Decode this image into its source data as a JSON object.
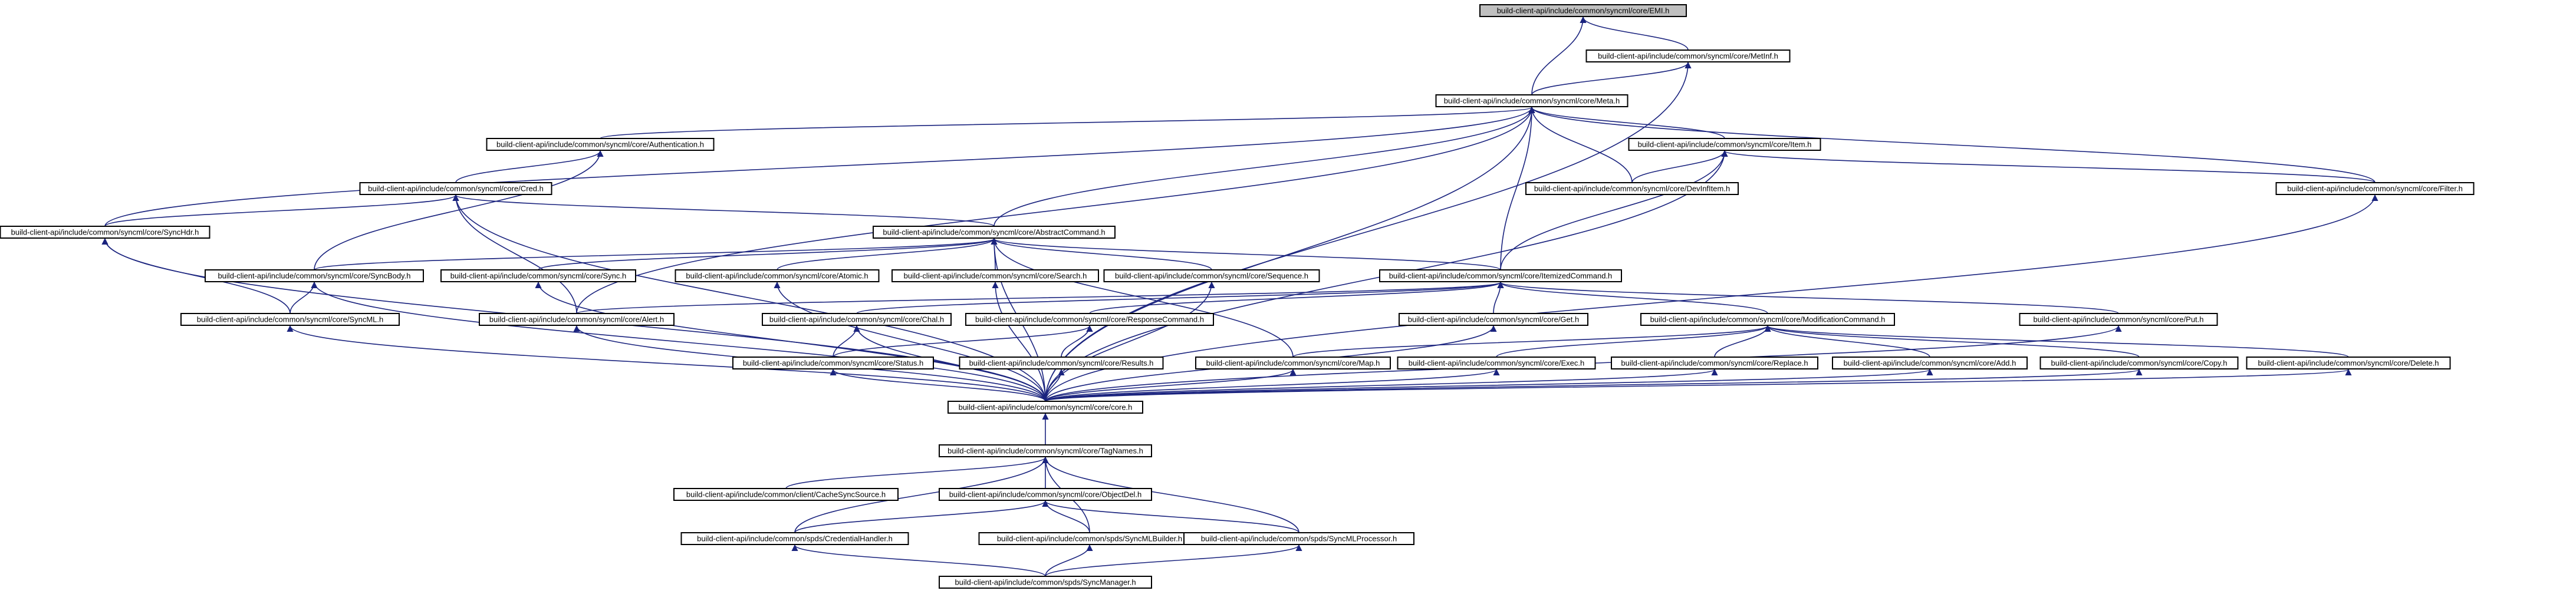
{
  "diagram": {
    "root": "EMI",
    "colors": {
      "edge": "#1a237e",
      "root_fill": "#bfbfbf",
      "node_fill": "#ffffff",
      "border": "#000000"
    },
    "nodes": [
      {
        "id": "EMI",
        "label": "build-client-api/include/common/syncml/core/EMI.h"
      },
      {
        "id": "MetInf",
        "label": "build-client-api/include/common/syncml/core/MetInf.h"
      },
      {
        "id": "Meta",
        "label": "build-client-api/include/common/syncml/core/Meta.h"
      },
      {
        "id": "Authentication",
        "label": "build-client-api/include/common/syncml/core/Authentication.h"
      },
      {
        "id": "Item",
        "label": "build-client-api/include/common/syncml/core/Item.h"
      },
      {
        "id": "Cred",
        "label": "build-client-api/include/common/syncml/core/Cred.h"
      },
      {
        "id": "DevInfItem",
        "label": "build-client-api/include/common/syncml/core/DevInfItem.h"
      },
      {
        "id": "Filter",
        "label": "build-client-api/include/common/syncml/core/Filter.h"
      },
      {
        "id": "SyncHdr",
        "label": "build-client-api/include/common/syncml/core/SyncHdr.h"
      },
      {
        "id": "AbstractCommand",
        "label": "build-client-api/include/common/syncml/core/AbstractCommand.h"
      },
      {
        "id": "SyncBody",
        "label": "build-client-api/include/common/syncml/core/SyncBody.h"
      },
      {
        "id": "Sync",
        "label": "build-client-api/include/common/syncml/core/Sync.h"
      },
      {
        "id": "Atomic",
        "label": "build-client-api/include/common/syncml/core/Atomic.h"
      },
      {
        "id": "Search",
        "label": "build-client-api/include/common/syncml/core/Search.h"
      },
      {
        "id": "Sequence",
        "label": "build-client-api/include/common/syncml/core/Sequence.h"
      },
      {
        "id": "ItemizedCommand",
        "label": "build-client-api/include/common/syncml/core/ItemizedCommand.h"
      },
      {
        "id": "SyncML",
        "label": "build-client-api/include/common/syncml/core/SyncML.h"
      },
      {
        "id": "Alert",
        "label": "build-client-api/include/common/syncml/core/Alert.h"
      },
      {
        "id": "Chal",
        "label": "build-client-api/include/common/syncml/core/Chal.h"
      },
      {
        "id": "ResponseCommand",
        "label": "build-client-api/include/common/syncml/core/ResponseCommand.h"
      },
      {
        "id": "Get",
        "label": "build-client-api/include/common/syncml/core/Get.h"
      },
      {
        "id": "ModificationCommand",
        "label": "build-client-api/include/common/syncml/core/ModificationCommand.h"
      },
      {
        "id": "Put",
        "label": "build-client-api/include/common/syncml/core/Put.h"
      },
      {
        "id": "Status",
        "label": "build-client-api/include/common/syncml/core/Status.h"
      },
      {
        "id": "Results",
        "label": "build-client-api/include/common/syncml/core/Results.h"
      },
      {
        "id": "Map",
        "label": "build-client-api/include/common/syncml/core/Map.h"
      },
      {
        "id": "Exec",
        "label": "build-client-api/include/common/syncml/core/Exec.h"
      },
      {
        "id": "Replace",
        "label": "build-client-api/include/common/syncml/core/Replace.h"
      },
      {
        "id": "Add",
        "label": "build-client-api/include/common/syncml/core/Add.h"
      },
      {
        "id": "Copy",
        "label": "build-client-api/include/common/syncml/core/Copy.h"
      },
      {
        "id": "Delete",
        "label": "build-client-api/include/common/syncml/core/Delete.h"
      },
      {
        "id": "core",
        "label": "build-client-api/include/common/syncml/core/core.h"
      },
      {
        "id": "TagNames",
        "label": "build-client-api/include/common/syncml/core/TagNames.h"
      },
      {
        "id": "CacheSyncSource",
        "label": "build-client-api/include/common/client/CacheSyncSource.h"
      },
      {
        "id": "ObjectDel",
        "label": "build-client-api/include/common/syncml/core/ObjectDel.h"
      },
      {
        "id": "CredentialHandler",
        "label": "build-client-api/include/common/spds/CredentialHandler.h"
      },
      {
        "id": "SyncMLBuilder",
        "label": "build-client-api/include/common/spds/SyncMLBuilder.h"
      },
      {
        "id": "SyncMLProcessor",
        "label": "build-client-api/include/common/spds/SyncMLProcessor.h"
      },
      {
        "id": "SyncManager",
        "label": "build-client-api/include/common/spds/SyncManager.h"
      }
    ],
    "edges": [
      [
        "EMI",
        "MetInf"
      ],
      [
        "EMI",
        "Meta"
      ],
      [
        "MetInf",
        "Meta"
      ],
      [
        "MetInf",
        "core"
      ],
      [
        "Meta",
        "Authentication"
      ],
      [
        "Meta",
        "Item"
      ],
      [
        "Meta",
        "DevInfItem"
      ],
      [
        "Meta",
        "Filter"
      ],
      [
        "Meta",
        "SyncHdr"
      ],
      [
        "Meta",
        "AbstractCommand"
      ],
      [
        "Meta",
        "ItemizedCommand"
      ],
      [
        "Meta",
        "Alert"
      ],
      [
        "Meta",
        "core"
      ],
      [
        "Authentication",
        "Cred"
      ],
      [
        "Authentication",
        "SyncBody"
      ],
      [
        "Item",
        "DevInfItem"
      ],
      [
        "Item",
        "Filter"
      ],
      [
        "Item",
        "ItemizedCommand"
      ],
      [
        "Item",
        "core"
      ],
      [
        "Filter",
        "core"
      ],
      [
        "Cred",
        "SyncHdr"
      ],
      [
        "Cred",
        "AbstractCommand"
      ],
      [
        "Cred",
        "Alert"
      ],
      [
        "Cred",
        "core"
      ],
      [
        "SyncHdr",
        "SyncML"
      ],
      [
        "SyncHdr",
        "core"
      ],
      [
        "AbstractCommand",
        "SyncBody"
      ],
      [
        "AbstractCommand",
        "Sync"
      ],
      [
        "AbstractCommand",
        "Atomic"
      ],
      [
        "AbstractCommand",
        "Search"
      ],
      [
        "AbstractCommand",
        "Sequence"
      ],
      [
        "AbstractCommand",
        "ItemizedCommand"
      ],
      [
        "AbstractCommand",
        "Map"
      ],
      [
        "AbstractCommand",
        "core"
      ],
      [
        "SyncBody",
        "SyncML"
      ],
      [
        "SyncBody",
        "core"
      ],
      [
        "Sync",
        "core"
      ],
      [
        "Atomic",
        "core"
      ],
      [
        "Search",
        "core"
      ],
      [
        "Sequence",
        "core"
      ],
      [
        "ItemizedCommand",
        "Alert"
      ],
      [
        "ItemizedCommand",
        "Chal"
      ],
      [
        "ItemizedCommand",
        "ResponseCommand"
      ],
      [
        "ItemizedCommand",
        "Get"
      ],
      [
        "ItemizedCommand",
        "ModificationCommand"
      ],
      [
        "ItemizedCommand",
        "Put"
      ],
      [
        "SyncML",
        "core"
      ],
      [
        "Alert",
        "core"
      ],
      [
        "Chal",
        "Status"
      ],
      [
        "Chal",
        "core"
      ],
      [
        "ResponseCommand",
        "Status"
      ],
      [
        "ResponseCommand",
        "Results"
      ],
      [
        "Get",
        "core"
      ],
      [
        "Put",
        "core"
      ],
      [
        "ModificationCommand",
        "Map"
      ],
      [
        "ModificationCommand",
        "Exec"
      ],
      [
        "ModificationCommand",
        "Replace"
      ],
      [
        "ModificationCommand",
        "Add"
      ],
      [
        "ModificationCommand",
        "Copy"
      ],
      [
        "ModificationCommand",
        "Delete"
      ],
      [
        "Status",
        "core"
      ],
      [
        "Results",
        "core"
      ],
      [
        "Map",
        "core"
      ],
      [
        "Exec",
        "core"
      ],
      [
        "Replace",
        "core"
      ],
      [
        "Add",
        "core"
      ],
      [
        "Copy",
        "core"
      ],
      [
        "Delete",
        "core"
      ],
      [
        "core",
        "TagNames"
      ],
      [
        "TagNames",
        "CacheSyncSource"
      ],
      [
        "TagNames",
        "ObjectDel"
      ],
      [
        "TagNames",
        "CredentialHandler"
      ],
      [
        "TagNames",
        "SyncMLBuilder"
      ],
      [
        "TagNames",
        "SyncMLProcessor"
      ],
      [
        "ObjectDel",
        "CredentialHandler"
      ],
      [
        "ObjectDel",
        "SyncMLBuilder"
      ],
      [
        "ObjectDel",
        "SyncMLProcessor"
      ],
      [
        "CredentialHandler",
        "SyncManager"
      ],
      [
        "SyncMLBuilder",
        "SyncManager"
      ],
      [
        "SyncMLProcessor",
        "SyncManager"
      ]
    ]
  }
}
